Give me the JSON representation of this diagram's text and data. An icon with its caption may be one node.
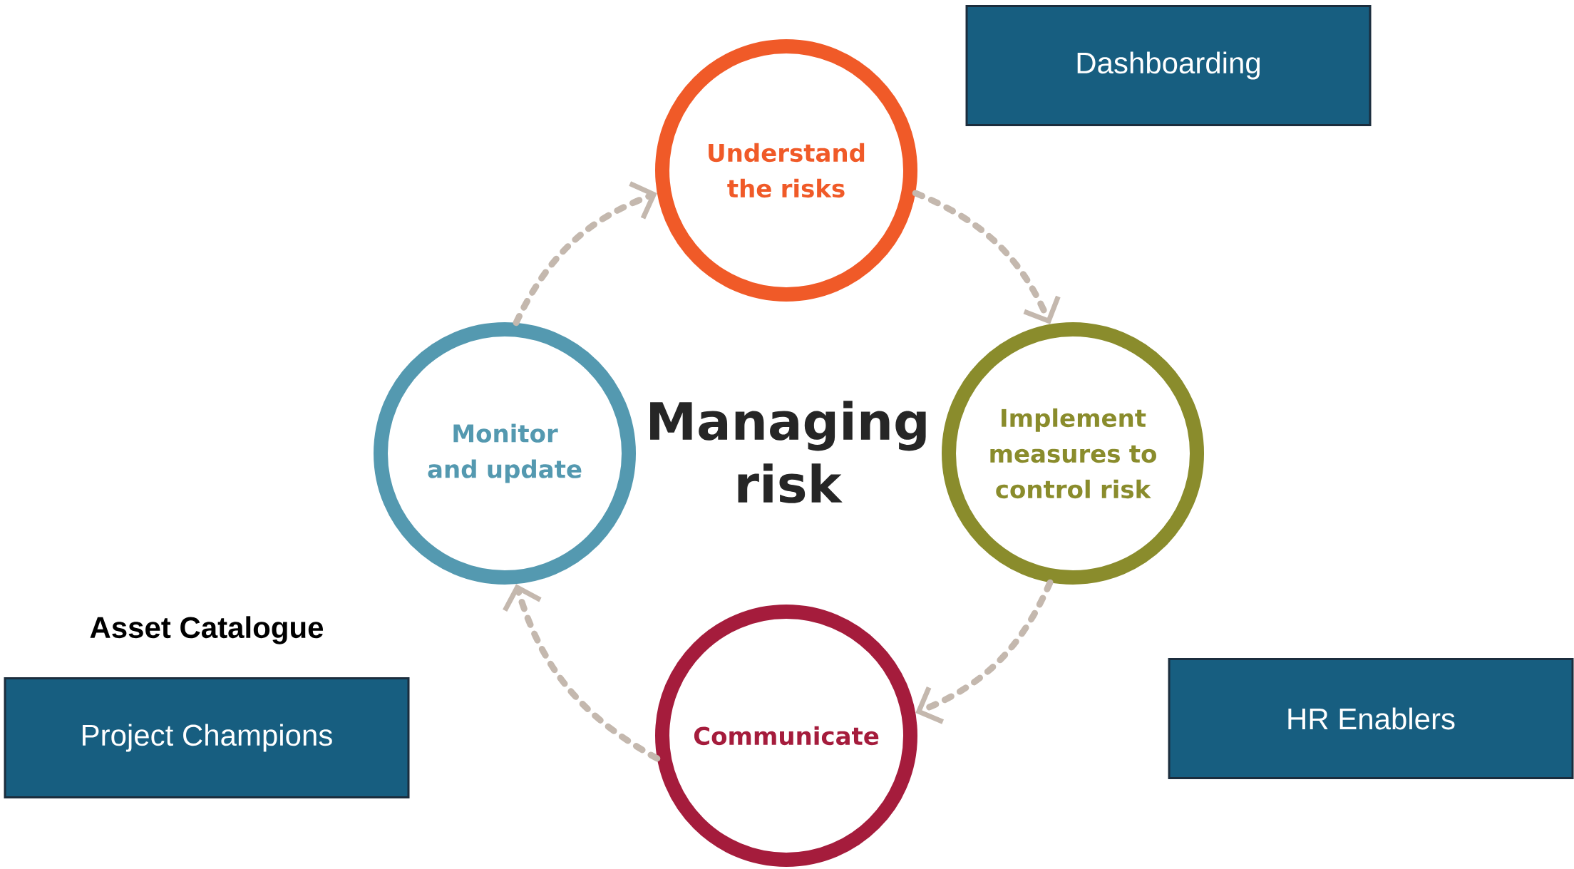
{
  "diagram": {
    "nodes": [
      {
        "text": [
          "Dashboarding"
        ]
      },
      {
        "text": [
          "Understand the risks"
        ]
      },
      {
        "text": [
          "Monitor and update"
        ]
      },
      {
        "text": [
          "Implement measures to control risk"
        ]
      },
      {
        "text": [
          "HR Enablers"
        ]
      },
      {
        "text": [
          "Communicate"
        ]
      },
      {
        "text": [
          "Project Champions"
        ]
      }
    ],
    "edges": [
      {
        "from": 1,
        "to": 3,
        "arrow": "to",
        "style": "dashed"
      },
      {
        "from": 3,
        "to": 5,
        "arrow": "to",
        "style": "dashed"
      },
      {
        "from": 5,
        "to": 2,
        "arrow": "to",
        "style": "dashed"
      },
      {
        "from": 2,
        "to": 1,
        "arrow": "to",
        "style": "dashed"
      }
    ],
    "labels": [
      "Managing risk",
      "Asset Catalogue"
    ]
  }
}
